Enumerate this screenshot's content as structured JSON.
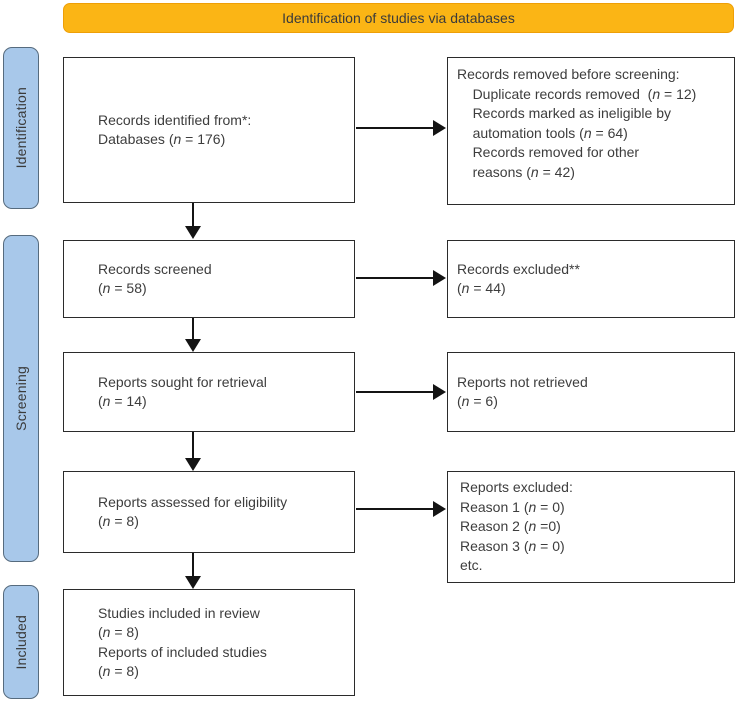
{
  "banner": {
    "label": "Identification of studies via databases"
  },
  "sidebar": {
    "items": [
      {
        "label": "Identification"
      },
      {
        "label": "Screening"
      },
      {
        "label": "Included"
      }
    ]
  },
  "boxes": {
    "records_identified": {
      "lines": [
        "Records identified from*:",
        "Databases (*n* = 176)"
      ]
    },
    "records_removed": {
      "lines": [
        "Records removed before screening:",
        "    Duplicate records removed  (*n* = 12)",
        "    Records marked as ineligible by",
        "    automation tools (*n* = 64)",
        "    Records removed for other",
        "    reasons (*n* = 42)"
      ]
    },
    "records_screened": {
      "lines": [
        "Records screened",
        "(*n* = 58)"
      ]
    },
    "records_excluded": {
      "lines": [
        "Records excluded**",
        "(*n* = 44)"
      ]
    },
    "reports_sought": {
      "lines": [
        "Reports sought for retrieval",
        "(*n* = 14)"
      ]
    },
    "reports_not_retrieved": {
      "lines": [
        "Reports not retrieved",
        "(*n* = 6)"
      ]
    },
    "reports_assessed": {
      "lines": [
        "Reports assessed for eligibility",
        "(*n* = 8)"
      ]
    },
    "reports_excluded": {
      "lines": [
        "Reports excluded:",
        "Reason 1 (*n* = 0)",
        "Reason 2 (*n* =0)",
        "Reason 3 (*n* = 0)",
        "etc."
      ]
    },
    "studies_included": {
      "lines": [
        "Studies included in review",
        "(*n* = 8)",
        "Reports of included studies",
        "(*n* = 8)"
      ]
    }
  },
  "colors": {
    "banner_bg": "#FBB515",
    "banner_border": "#EE9F07",
    "sidebar_bg": "#A8C8EA",
    "sidebar_border": "#566b7e",
    "box_border": "#2b2b2b",
    "text": "#3d3d3d",
    "arrow": "#141414"
  }
}
